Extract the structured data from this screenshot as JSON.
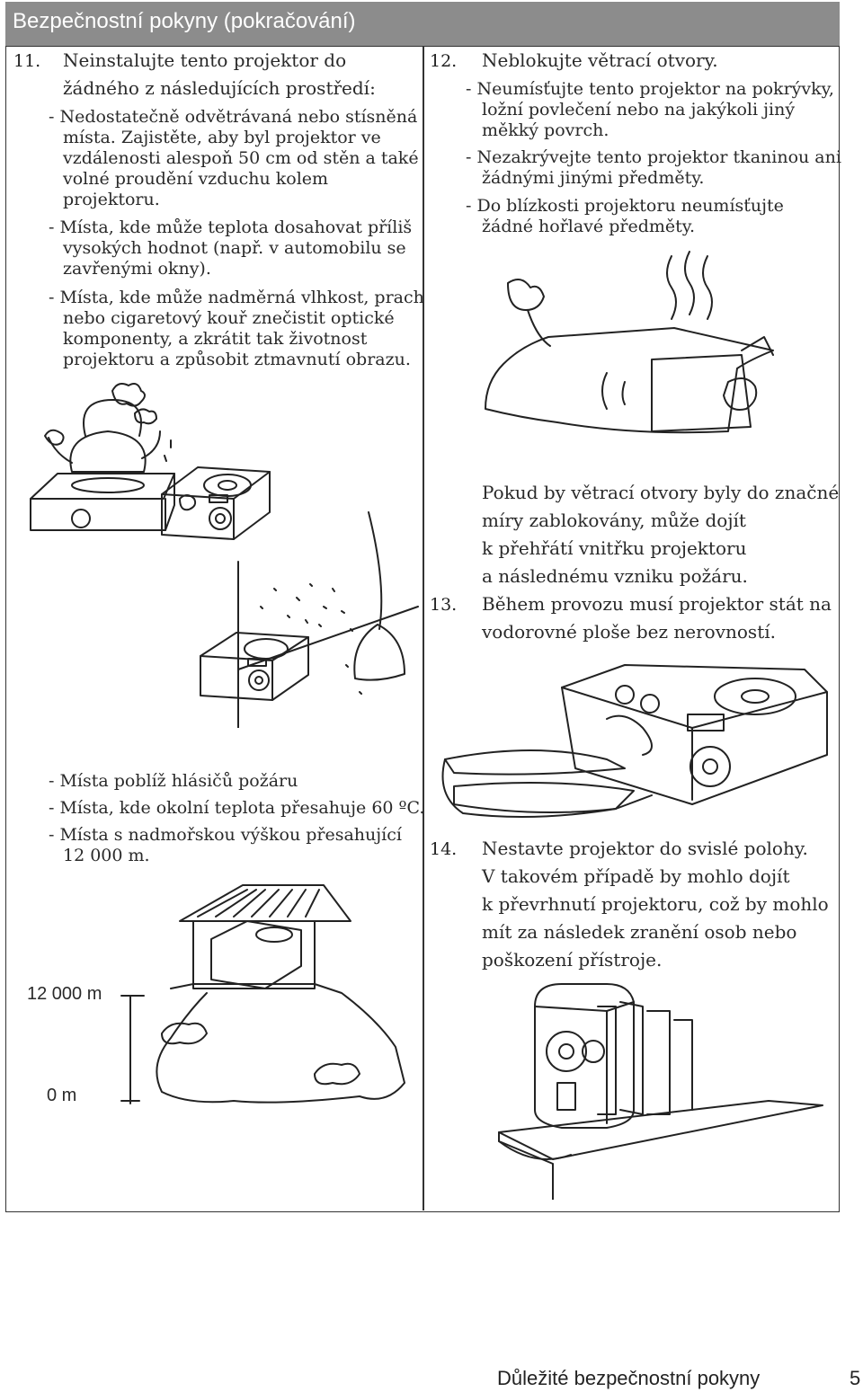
{
  "header": {
    "title": "Bezpečnostní pokyny (pokračování)"
  },
  "item11": {
    "number": "11.",
    "title_lines": [
      "Neinstalujte tento projektor do",
      "žádného z následujících prostředí:"
    ],
    "bullet1": [
      "- Nedostatečně odvětrávaná nebo stísněná",
      "místa. Zajistěte, aby byl projektor ve",
      "vzdálenosti alespoň 50 cm od stěn a také",
      "volné proudění vzduchu kolem",
      "projektoru."
    ],
    "bullet2": [
      "- Místa, kde může teplota dosahovat příliš",
      "vysokých hodnot (např. v automobilu se",
      "zavřenými okny)."
    ],
    "bullet3": [
      "- Místa, kde může nadměrná vlhkost, prach",
      "nebo cigaretový kouř znečistit optické",
      "komponenty, a zkrátit tak životnost",
      "projektoru a způsobit ztmavnutí obrazu."
    ],
    "bullet4": "- Místa poblíž hlásičů požáru",
    "bullet5": "- Místa, kde okolní teplota přesahuje 60 ºC.",
    "bullet6": [
      "- Místa s nadmořskou výškou přesahující",
      "12 000 m."
    ]
  },
  "altitude": {
    "top_label": "12 000 m",
    "bottom_label": "0 m"
  },
  "item12": {
    "number": "12.",
    "title": "Neblokujte větrací otvory.",
    "bullet1": [
      "- Neumísťujte tento projektor na pokrývky,",
      "ložní povlečení nebo na jakýkoli jiný",
      "měkký povrch."
    ],
    "bullet2": [
      "- Nezakrývejte tento projektor tkaninou ani",
      "žádnými jinými předměty."
    ],
    "bullet3": [
      "- Do blízkosti projektoru neumísťujte",
      "žádné hořlavé předměty."
    ],
    "warning": [
      "Pokud by větrací otvory byly do značné",
      "míry zablokovány, může dojít",
      "k přehřátí vnitřku projektoru",
      "a následnému vzniku požáru."
    ]
  },
  "item13": {
    "number": "13.",
    "lines": [
      "Během provozu musí projektor stát na",
      "vodorovné ploše bez nerovností."
    ]
  },
  "item14": {
    "number": "14.",
    "lines": [
      "Nestavte projektor do svislé polohy.",
      "V takovém případě by mohlo dojít",
      "k převrhnutí projektoru, což by mohlo",
      "mít za následek zranění osob nebo",
      "poškození přístroje."
    ]
  },
  "footer": {
    "section": "Důležité bezpečnostní pokyny",
    "page": "5"
  }
}
